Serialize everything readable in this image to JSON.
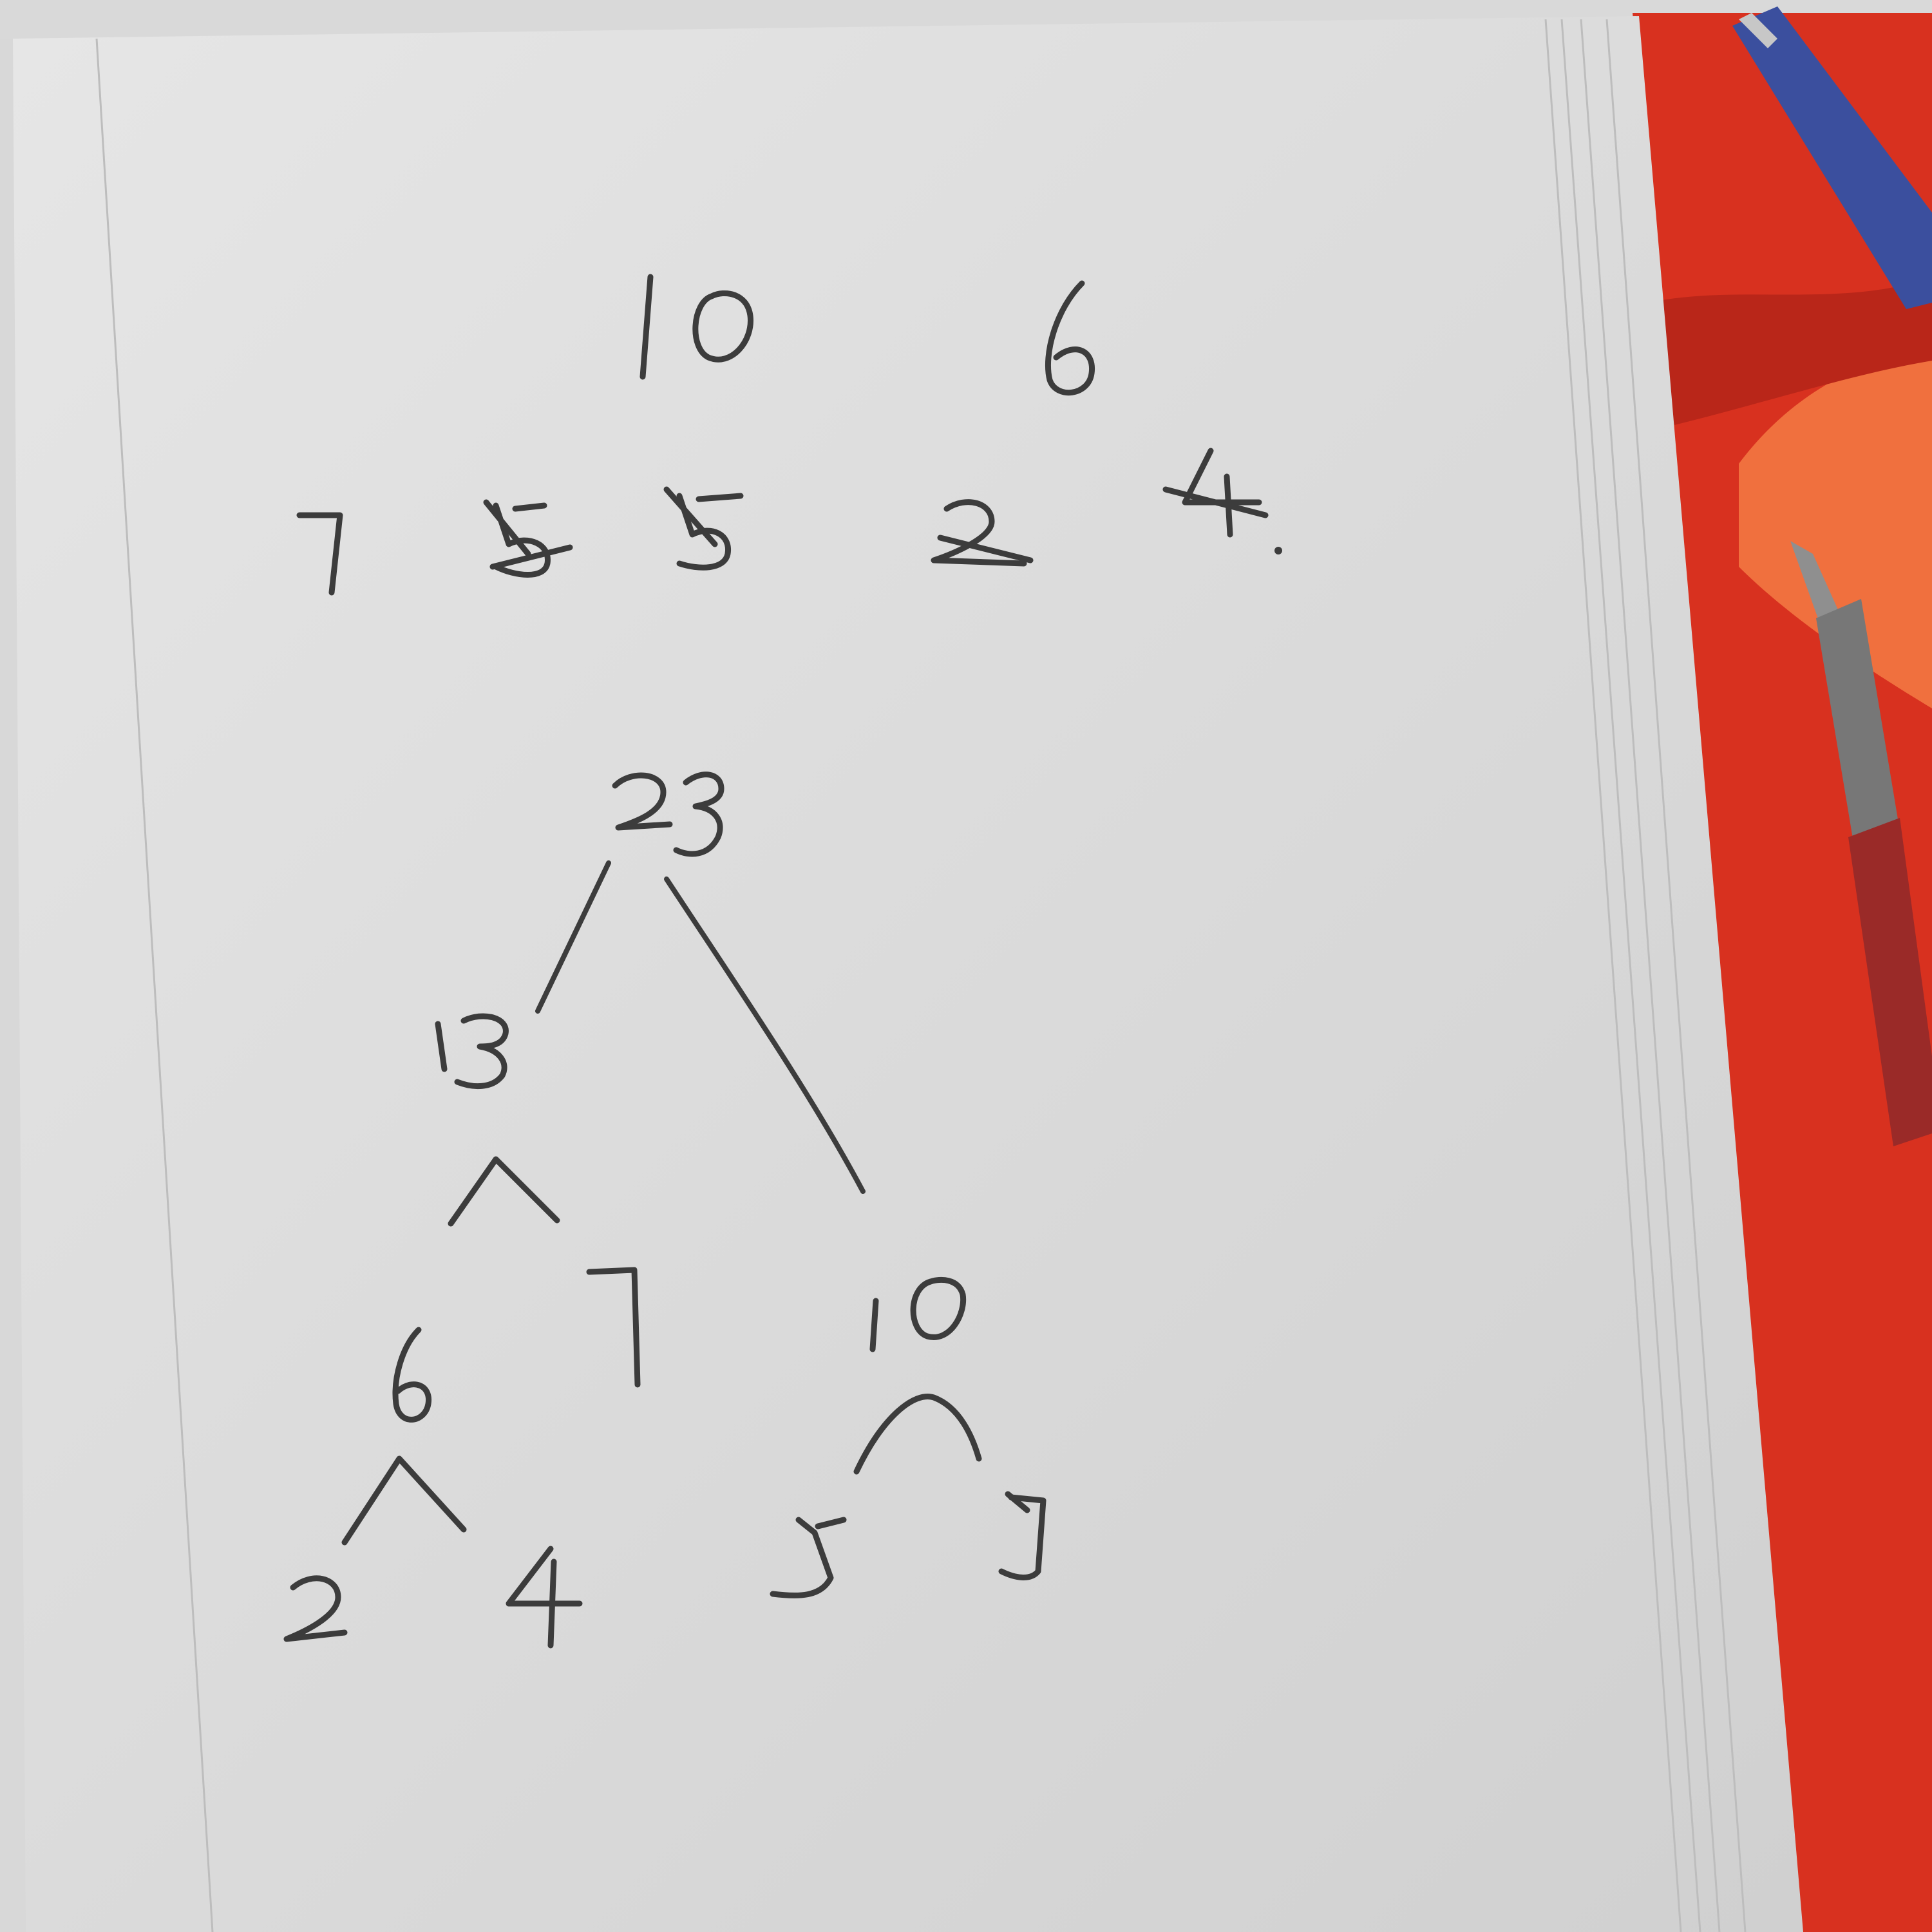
{
  "photo": {
    "background_top": "#d9d9d9",
    "paper_color": "#e6e6e6",
    "paper_shadow": "#d0d0d0",
    "notebook_cover_color": "#d8311f",
    "notebook_cover_dark": "#b92619",
    "notebook_cover_light": "#f0703e",
    "pen_top": {
      "barrel_color": "#3b4f9e",
      "clip_color": "#c7c7c7"
    },
    "pen_bottom": {
      "barrel_color": "#9a2a28",
      "tip_color": "#8f8f8f",
      "grip_color": "#777777"
    }
  },
  "handwriting": {
    "ink_color": "#3c3c3c",
    "first_row": {
      "combined_sums": [
        "10",
        "6"
      ],
      "values": [
        "7",
        "5",
        "5",
        "2",
        "4"
      ],
      "crossed_out_values": [
        "5",
        "5",
        "2",
        "4"
      ],
      "dot": "."
    },
    "tree": {
      "root": "23",
      "left_child": "13",
      "right_child": "10",
      "left_left": "6",
      "left_right": "7",
      "leaf_values": [
        "2",
        "4",
        "5",
        "5"
      ]
    }
  }
}
